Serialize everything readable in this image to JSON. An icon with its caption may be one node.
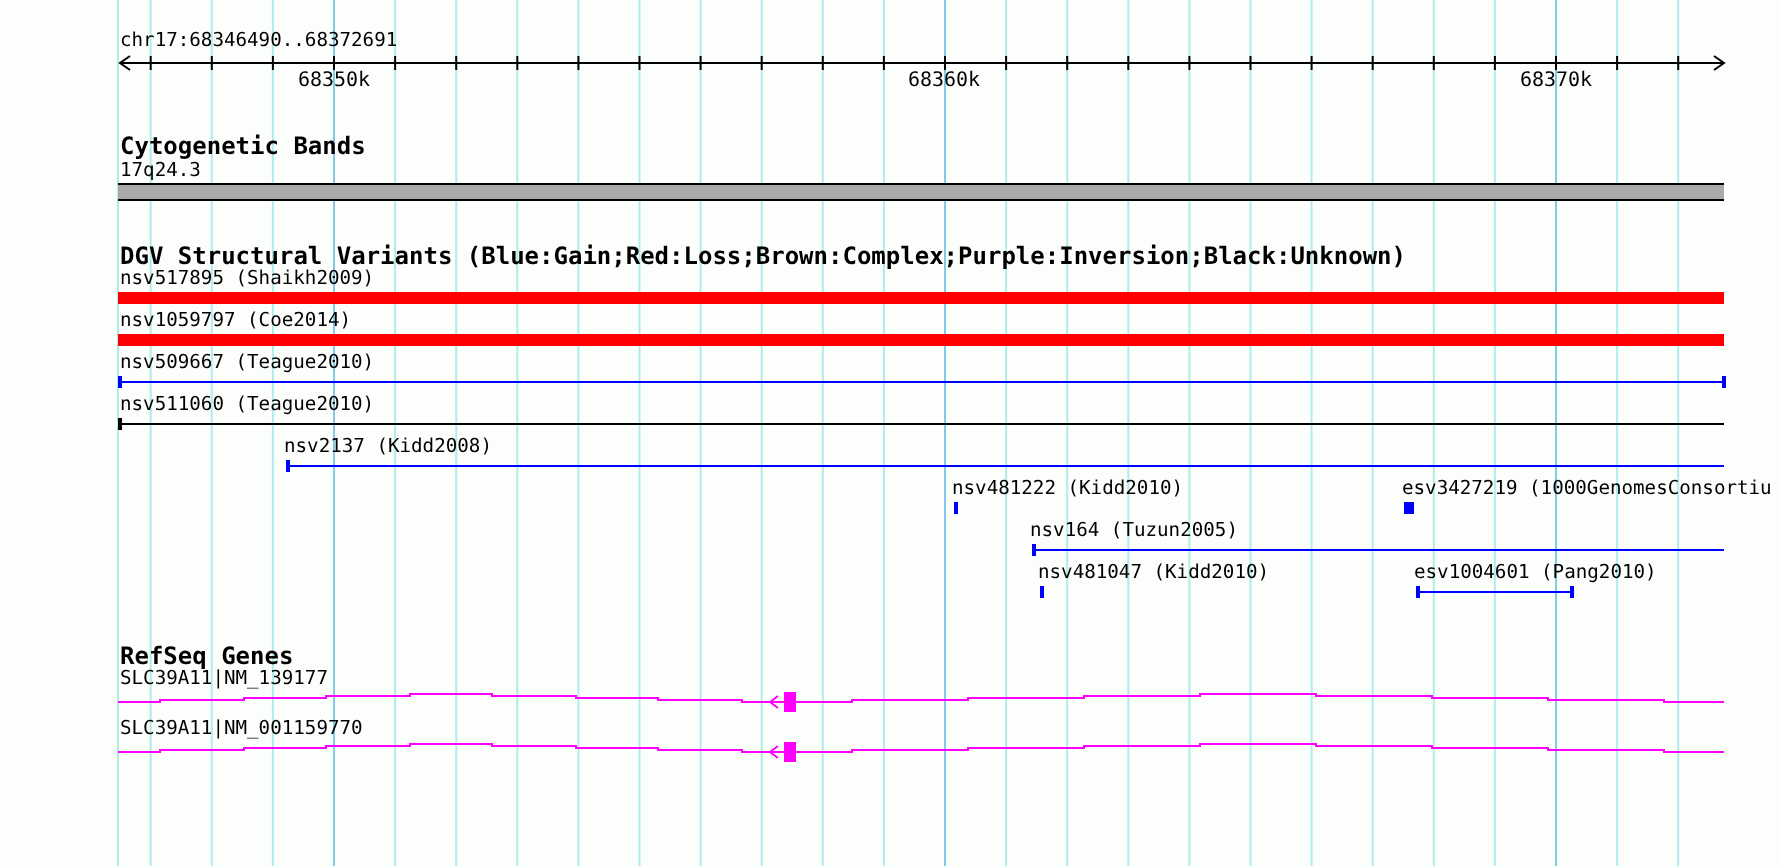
{
  "diagram": {
    "labels": [
      "chr17:68346490..68372691",
      "68350k",
      "68360k",
      "68370k",
      "Cytogenetic Bands",
      "17q24.3",
      "DGV Structural Variants (Blue:Gain;Red:Loss;Brown:Complex;Purple:Inversion;Black:Unknown)",
      "nsv517895 (Shaikh2009)",
      "nsv1059797 (Coe2014)",
      "nsv509667 (Teague2010)",
      "nsv511060 (Teague2010)",
      "nsv2137 (Kidd2008)",
      "nsv481222 (Kidd2010)",
      "esv3427219 (1000GenomesConsortiu",
      "nsv164 (Tuzun2005)",
      "nsv481047 (Kidd2010)",
      "esv1004601 (Pang2010)",
      "RefSeq Genes",
      "SLC39A11|NM_139177",
      "SLC39A11|NM_001159770"
    ]
  }
}
